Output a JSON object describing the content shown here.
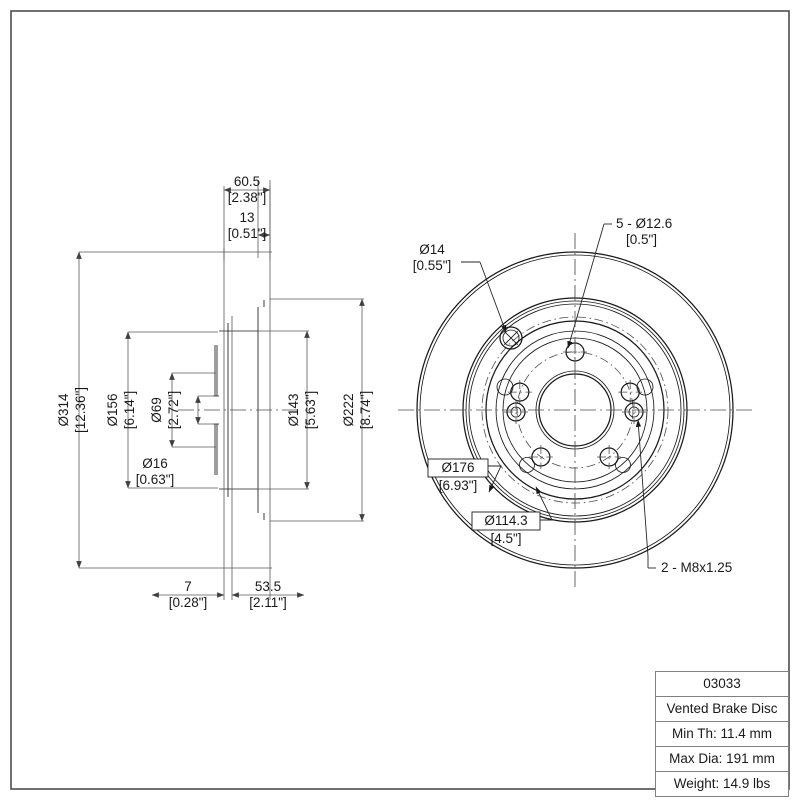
{
  "drawing": {
    "type": "engineering-drawing",
    "subject": "Vented Brake Disc (rotor) - section view and face view",
    "units_note": "millimeters with inches in brackets"
  },
  "section_view": {
    "name": "cross-section-side-view",
    "dimensions": {
      "overall_width": {
        "mm": "60.5",
        "inch": "[2.38\"]"
      },
      "hat_wall": {
        "mm": "13",
        "inch": "[0.51\"]"
      },
      "outer_diameter": {
        "mm": "Ø314",
        "inch": "[12.36\"]"
      },
      "bell_diameter": {
        "mm": "Ø156",
        "inch": "[6.14\"]"
      },
      "center_bore": {
        "mm": "Ø69",
        "inch": "[2.72\"]"
      },
      "small_hole": {
        "mm": "Ø16",
        "inch": "[0.63\"]"
      },
      "inner_pad_diameter": {
        "mm": "Ø143",
        "inch": "[5.63\"]"
      },
      "mid_diameter": {
        "mm": "Ø222",
        "inch": "[8.74\"]"
      },
      "offset_left": {
        "mm": "7",
        "inch": "[0.28\"]"
      },
      "offset_right": {
        "mm": "53.5",
        "inch": "[2.11\"]"
      }
    }
  },
  "face_view": {
    "name": "rotor-face-view",
    "callouts": {
      "pilot_hole": {
        "mm": "Ø14",
        "inch": "[0.55\"]"
      },
      "lug_holes": {
        "mm": "5 - Ø12.6",
        "inch": "[0.5\"]"
      },
      "inner_circle": {
        "mm": "Ø176",
        "inch": "[6.93\"]"
      },
      "bolt_circle": {
        "mm": "Ø114.3",
        "inch": "[4.5\"]"
      },
      "threaded_holes": {
        "label": "2 - M8x1.25"
      }
    }
  },
  "title_block": {
    "name": "title-block",
    "rows": [
      "03033",
      "Vented Brake Disc",
      "Min Th: 11.4 mm",
      "Max Dia: 191 mm",
      "Weight: 14.9 lbs"
    ]
  },
  "colors": {
    "line": "#1a1a1a",
    "dim_line": "#595959",
    "frame": "#4d4d4d",
    "background": "#ffffff"
  }
}
